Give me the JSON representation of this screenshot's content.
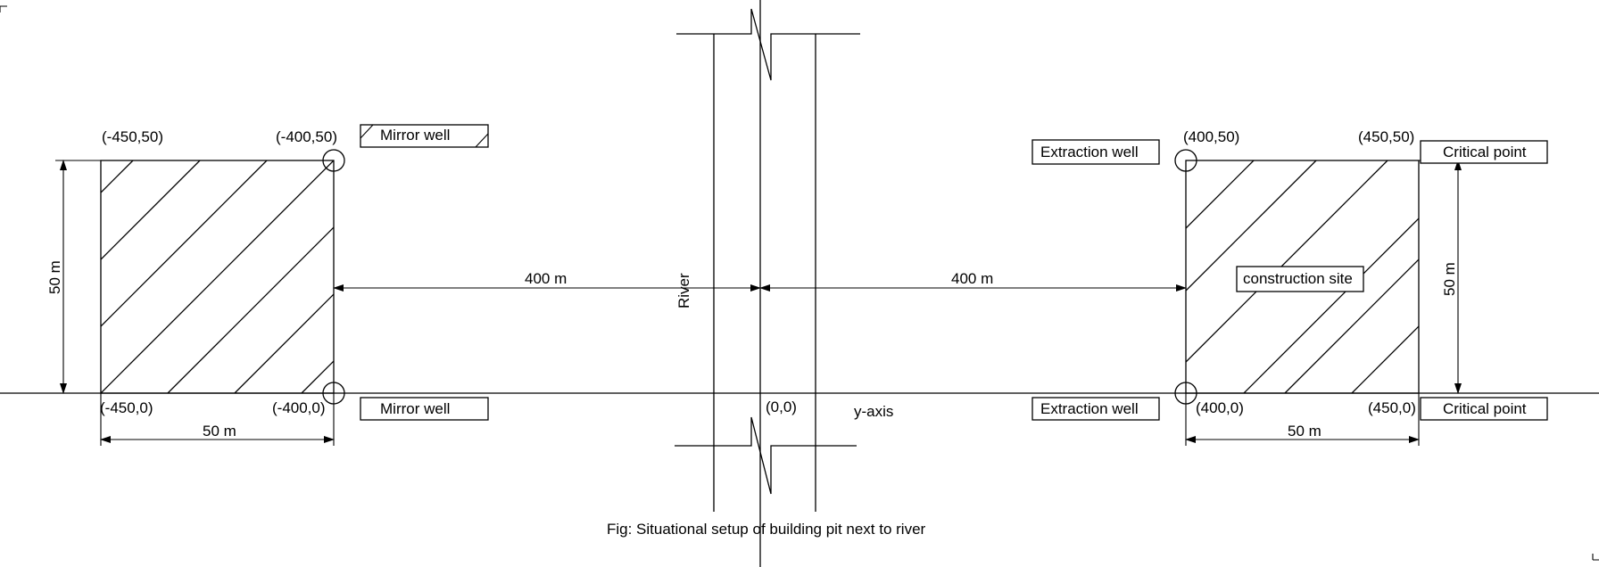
{
  "caption": "Fig: Situational setup of building pit next to river",
  "axis_label": "y-axis",
  "river_label": "River",
  "origin_label": "(0,0)",
  "left": {
    "top_left": "(-450,50)",
    "top_right": "(-400,50)",
    "bottom_left": "(-450,0)",
    "bottom_right": "(-400,0)",
    "height_dim": "50 m",
    "width_dim": "50 m",
    "distance_dim": "400 m",
    "top_well_label": "Mirror well",
    "bottom_well_label": "Mirror well"
  },
  "right": {
    "top_left": "(400,50)",
    "top_right": "(450,50)",
    "bottom_left": "(400,0)",
    "bottom_right": "(450,0)",
    "height_dim": "50 m",
    "width_dim": "50 m",
    "distance_dim": "400 m",
    "top_well_label": "Extraction well",
    "bottom_well_label": "Extraction well",
    "top_critical_label": "Critical point",
    "bottom_critical_label": "Critical point",
    "site_label": "construction site"
  }
}
